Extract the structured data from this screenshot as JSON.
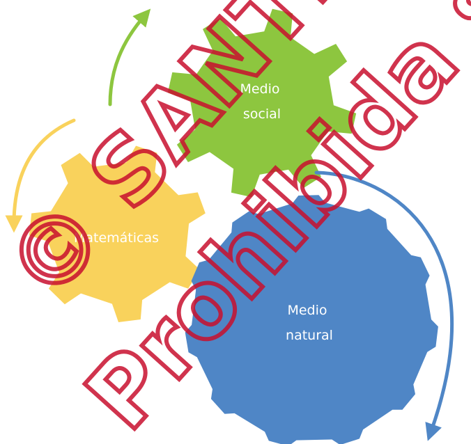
{
  "gears": [
    {
      "id": "social",
      "label_line1": "Medio",
      "label_line2": "social",
      "color": "#8dc63f"
    },
    {
      "id": "matematicas",
      "label_line1": "Matemáticas",
      "label_line2": "",
      "color": "#f9d25c"
    },
    {
      "id": "natural",
      "label_line1": "Medio",
      "label_line2": "natural",
      "color": "#4f86c6"
    }
  ],
  "arrows": {
    "green_color": "#8dc63f",
    "yellow_color": "#f9d25c",
    "blue_color": "#4f86c6"
  },
  "watermark": {
    "line1": "© SANTILLANA",
    "line2": "Prohibida su difusión",
    "color": "#c8102e"
  }
}
